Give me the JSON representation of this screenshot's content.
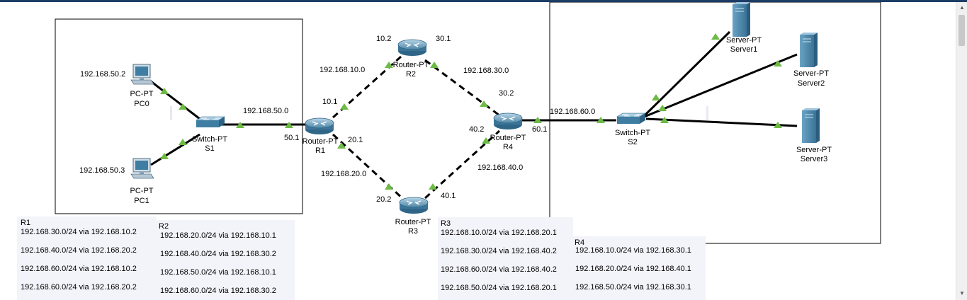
{
  "nodes": {
    "pc0": {
      "type": "PC-PT",
      "name": "PC0",
      "ip": "192.168.50.2"
    },
    "pc1": {
      "type": "PC-PT",
      "name": "PC1",
      "ip": "192.168.50.3"
    },
    "s1": {
      "type": "Switch-PT",
      "name": "S1"
    },
    "r1": {
      "type": "Router-PT",
      "name": "R1",
      "if1": "50.1",
      "if2": "10.1",
      "if3": "20.1"
    },
    "r2": {
      "type": "Router-PT",
      "name": "R2",
      "if1": "10.2",
      "if2": "30.1"
    },
    "r3": {
      "type": "Router-PT",
      "name": "R3",
      "if1": "20.2",
      "if2": "40.1"
    },
    "r4": {
      "type": "Router-PT",
      "name": "R4",
      "if1": "30.2",
      "if2": "40.2",
      "if3": "60.1"
    },
    "s2": {
      "type": "Switch-PT",
      "name": "S2"
    },
    "server1": {
      "type": "Server-PT",
      "name": "Server1"
    },
    "server2": {
      "type": "Server-PT",
      "name": "Server2"
    },
    "server3": {
      "type": "Server-PT",
      "name": "Server3"
    }
  },
  "networks": {
    "lan_left": "192.168.50.0",
    "r1_r2": "192.168.10.0",
    "r2_r4": "192.168.30.0",
    "r1_r3": "192.168.20.0",
    "r3_r4": "192.168.40.0",
    "lan_right": "192.168.60.0"
  },
  "routing": {
    "r1": {
      "title": "R1",
      "routes": [
        "192.168.30.0/24 via 192.168.10.2",
        "192.168.40.0/24 via 192.168.20.2",
        "192.168.60.0/24 via 192.168.10.2",
        "192.168.60.0/24 via 192.168.20.2"
      ]
    },
    "r2": {
      "title": "R2",
      "routes": [
        "192.168.20.0/24 via 192.168.10.1",
        "192.168.40.0/24 via 192.168.30.2",
        "192.168.50.0/24 via 192.168.10.1",
        "192.168.60.0/24 via 192.168.30.2"
      ]
    },
    "r3": {
      "title": "R3",
      "routes": [
        "192.168.10.0/24 via 192.168.20.1",
        "192.168.30.0/24 via 192.168.40.2",
        "192.168.60.0/24 via 192.168.40.2",
        "192.168.50.0/24 via 192.168.20.1"
      ]
    },
    "r4": {
      "title": "R4",
      "routes": [
        "192.168.10.0/24 via 192.168.30.1",
        "192.168.20.0/24 via 192.168.40.1",
        "192.168.50.0/24 via 192.168.30.1"
      ]
    }
  },
  "colors": {
    "link": "#000000",
    "port_up": "#6dbb45",
    "device": "#5b95b8"
  }
}
